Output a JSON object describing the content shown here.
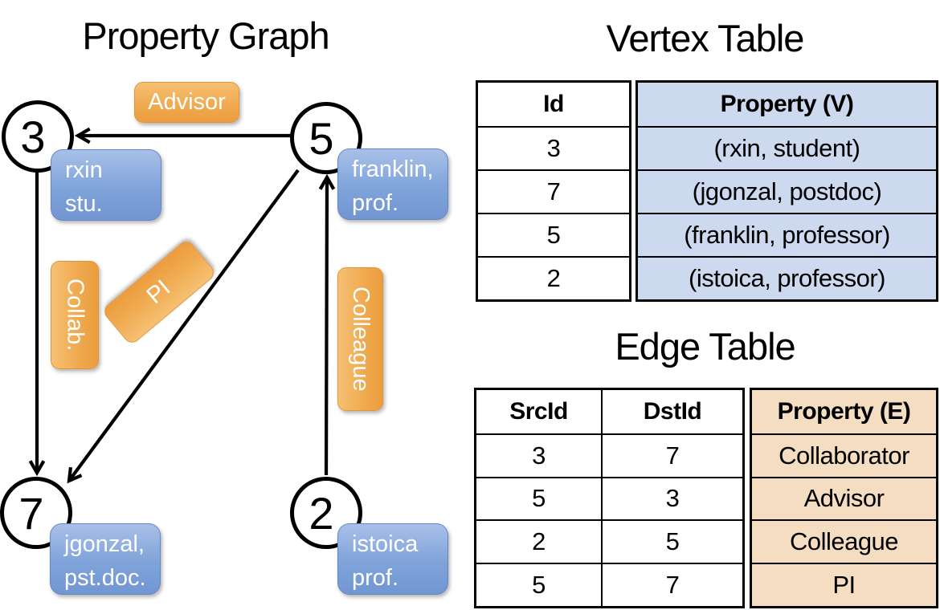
{
  "titles": {
    "graph": "Property Graph",
    "vertex_table": "Vertex Table",
    "edge_table": "Edge Table"
  },
  "graph": {
    "nodes": [
      {
        "id": "3",
        "prop_line1": "rxin",
        "prop_line2": "stu."
      },
      {
        "id": "5",
        "prop_line1": "franklin,",
        "prop_line2": "prof."
      },
      {
        "id": "7",
        "prop_line1": "jgonzal,",
        "prop_line2": "pst.doc."
      },
      {
        "id": "2",
        "prop_line1": "istoica",
        "prop_line2": "prof."
      }
    ],
    "edge_labels": {
      "advisor": "Advisor",
      "collab": "Collab.",
      "pi": "PI",
      "colleague": "Colleague"
    },
    "edges": [
      {
        "from": "5",
        "to": "3",
        "label": "Advisor"
      },
      {
        "from": "3",
        "to": "7",
        "label": "Collab."
      },
      {
        "from": "5",
        "to": "7",
        "label": "PI"
      },
      {
        "from": "2",
        "to": "5",
        "label": "Colleague"
      }
    ]
  },
  "vertex_table": {
    "headers": {
      "id": "Id",
      "property": "Property (V)"
    },
    "rows": [
      {
        "id": "3",
        "property": "(rxin, student)"
      },
      {
        "id": "7",
        "property": "(jgonzal, postdoc)"
      },
      {
        "id": "5",
        "property": "(franklin, professor)"
      },
      {
        "id": "2",
        "property": "(istoica, professor)"
      }
    ]
  },
  "edge_table": {
    "headers": {
      "src": "SrcId",
      "dst": "DstId",
      "property": "Property (E)"
    },
    "rows": [
      {
        "src": "3",
        "dst": "7",
        "property": "Collaborator"
      },
      {
        "src": "5",
        "dst": "3",
        "property": "Advisor"
      },
      {
        "src": "2",
        "dst": "5",
        "property": "Colleague"
      },
      {
        "src": "5",
        "dst": "7",
        "property": "PI"
      }
    ]
  },
  "colors": {
    "edge_label_fill_top": "#f6c073",
    "edge_label_fill_bottom": "#ec9d3e",
    "vertex_box_fill_top": "#a9c0e8",
    "vertex_box_fill_bottom": "#7296d2",
    "vertex_table_property_bg": "#cdd9ee",
    "edge_table_property_bg": "#f5ddc1",
    "line_color": "#000000",
    "node_fill": "#ffffff",
    "text_on_fills": "#ffffff"
  }
}
